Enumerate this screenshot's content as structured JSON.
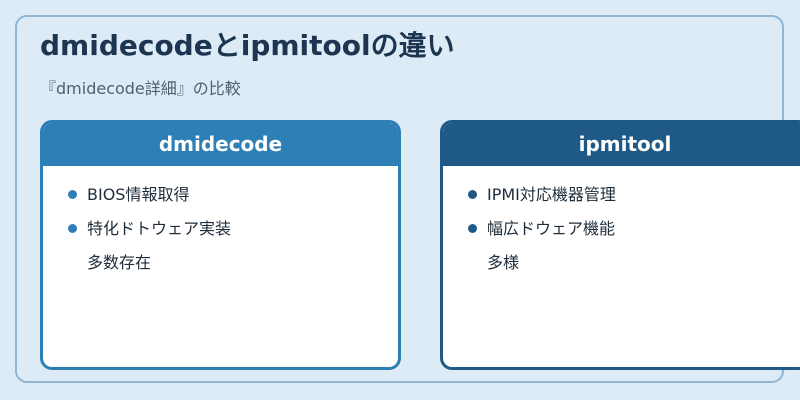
{
  "header": {
    "title": "dmidecodeとipmitoolの違い",
    "subtitle": "『dmidecode詳細』の比較"
  },
  "cards": [
    {
      "title": "dmidecode",
      "items": [
        {
          "text": "BIOS情報取得"
        },
        {
          "text": "特化ドトウェア実装",
          "continuation": "多数存在"
        }
      ]
    },
    {
      "title": "ipmitool",
      "items": [
        {
          "text": "IPMI対応機器管理"
        },
        {
          "text": "幅広ドウェア機能",
          "continuation": "多様"
        }
      ]
    }
  ],
  "colors": {
    "background": "#dcebf6",
    "frame_border": "#8fb6d3",
    "left_header": "#2f7fb7",
    "right_header": "#1f5a87",
    "title_text": "#1c3550"
  }
}
